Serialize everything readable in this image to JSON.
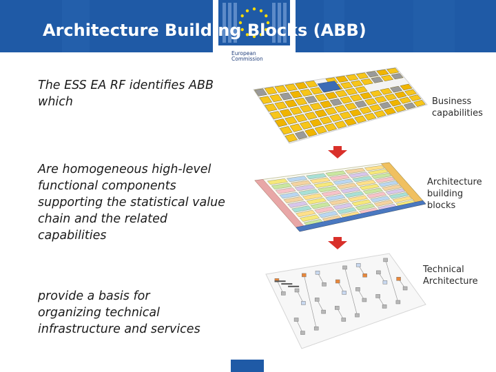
{
  "header": {
    "title": "Architecture Building Blocks (ABB)",
    "logo_text_line1": "European",
    "logo_text_line2": "Commission",
    "colors": {
      "header_blue": "#1f5aa6",
      "star_yellow": "#ffdd00"
    }
  },
  "body": {
    "paragraph1": "The ESS EA RF identifies ABB which",
    "paragraph2": "Are homogeneous high-level functional components supporting the statistical value chain and the related capabilities",
    "paragraph3": "provide a basis for organizing technical infrastructure and services"
  },
  "layers": [
    {
      "label": "Business capabilities",
      "palette": "yellow-grid"
    },
    {
      "label": "Architecture building blocks",
      "palette": "pastel-grid"
    },
    {
      "label": "Technical Architecture",
      "palette": "network-diagram"
    }
  ],
  "arrows": {
    "color": "#d9302a",
    "icon": "arrow-down-icon"
  }
}
